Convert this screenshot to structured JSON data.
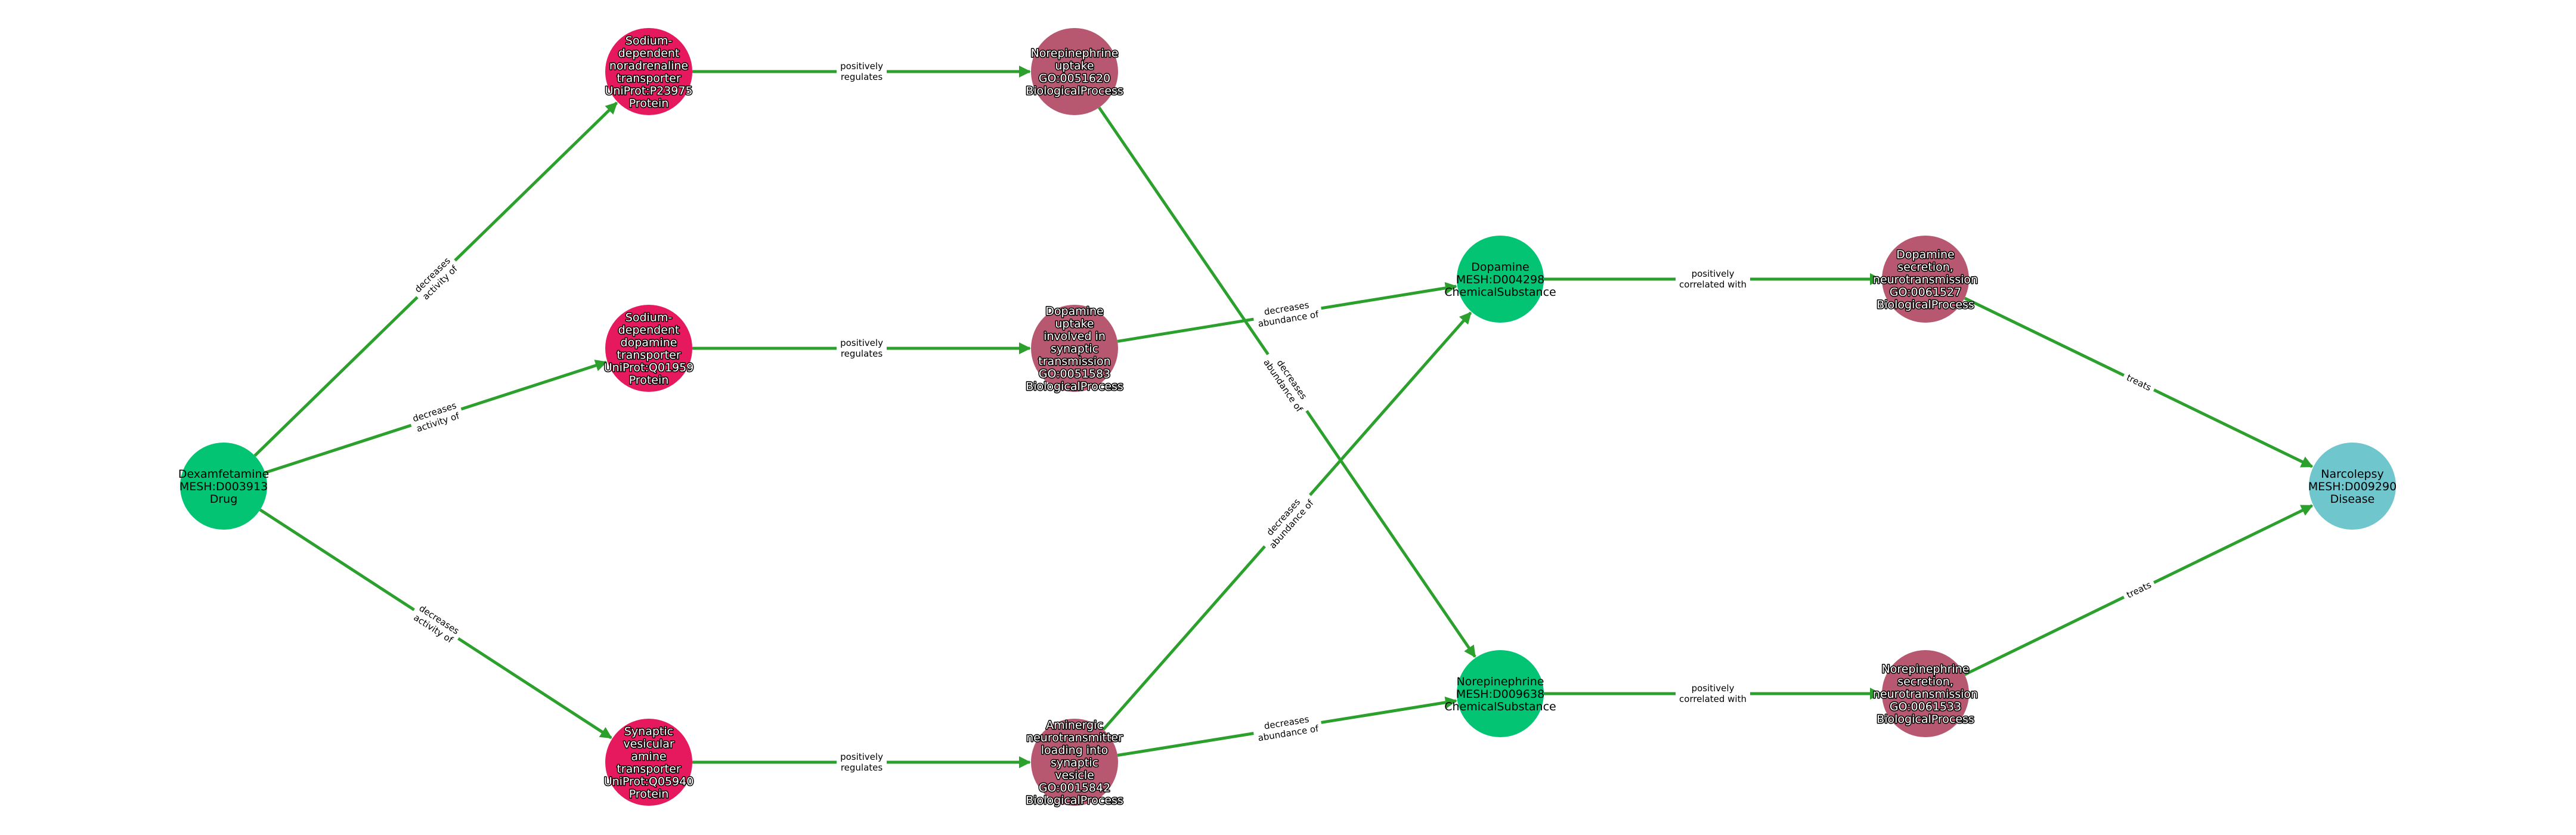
{
  "colors": {
    "edge": "#2ca02c",
    "Drug": "#02c473",
    "ChemicalSubstance": "#02c473",
    "Protein": "#e6195f",
    "BiologicalProcess": "#b85870",
    "Disease": "#6fc6cc"
  },
  "nodes": [
    {
      "type": "Drug",
      "lines": [
        "Dexamfetamine",
        "MESH:D003913",
        "Drug"
      ]
    },
    {
      "type": "Protein",
      "lines": [
        "Sodium-",
        "dependent",
        "noradrenaline",
        "transporter",
        "UniProt:P23975",
        "Protein"
      ]
    },
    {
      "type": "Protein",
      "lines": [
        "Sodium-",
        "dependent",
        "dopamine",
        "transporter",
        "UniProt:Q01959",
        "Protein"
      ]
    },
    {
      "type": "Protein",
      "lines": [
        "Synaptic",
        "vesicular",
        "amine",
        "transporter",
        "UniProt:Q05940",
        "Protein"
      ]
    },
    {
      "type": "BiologicalProcess",
      "lines": [
        "Norepinephrine",
        "uptake",
        "GO:0051620",
        "BiologicalProcess"
      ]
    },
    {
      "type": "BiologicalProcess",
      "lines": [
        "Dopamine",
        "uptake",
        "involved in",
        "synaptic",
        "transmission",
        "GO:0051583",
        "BiologicalProcess"
      ]
    },
    {
      "type": "BiologicalProcess",
      "lines": [
        "Aminergic",
        "neurotransmitter",
        "loading into",
        "synaptic",
        "vesicle",
        "GO:0015842",
        "BiologicalProcess"
      ]
    },
    {
      "type": "ChemicalSubstance",
      "lines": [
        "Dopamine",
        "MESH:D004298",
        "ChemicalSubstance"
      ]
    },
    {
      "type": "ChemicalSubstance",
      "lines": [
        "Norepinephrine",
        "MESH:D009638",
        "ChemicalSubstance"
      ]
    },
    {
      "type": "BiologicalProcess",
      "lines": [
        "Dopamine",
        "secretion,",
        "neurotransmission",
        "GO:0061527",
        "BiologicalProcess"
      ]
    },
    {
      "type": "BiologicalProcess",
      "lines": [
        "Norepinephrine",
        "secretion,",
        "neurotransmission",
        "GO:0061533",
        "BiologicalProcess"
      ]
    },
    {
      "type": "Disease",
      "lines": [
        "Narcolepsy",
        "MESH:D009290",
        "Disease"
      ]
    }
  ],
  "edges": [
    {
      "source": 0,
      "target": 1,
      "lines": [
        "decreases",
        "activity of"
      ]
    },
    {
      "source": 0,
      "target": 2,
      "lines": [
        "decreases",
        "activity of"
      ]
    },
    {
      "source": 0,
      "target": 3,
      "lines": [
        "decreases",
        "activity of"
      ]
    },
    {
      "source": 1,
      "target": 4,
      "lines": [
        "positively",
        "regulates"
      ]
    },
    {
      "source": 2,
      "target": 5,
      "lines": [
        "positively",
        "regulates"
      ]
    },
    {
      "source": 3,
      "target": 6,
      "lines": [
        "positively",
        "regulates"
      ]
    },
    {
      "source": 4,
      "target": 8,
      "lines": [
        "decreases",
        "abundance of"
      ]
    },
    {
      "source": 5,
      "target": 7,
      "lines": [
        "decreases",
        "abundance of"
      ]
    },
    {
      "source": 6,
      "target": 7,
      "lines": [
        "decreases",
        "abundance of"
      ]
    },
    {
      "source": 6,
      "target": 8,
      "lines": [
        "decreases",
        "abundance of"
      ]
    },
    {
      "source": 7,
      "target": 9,
      "lines": [
        "positively",
        "correlated with"
      ]
    },
    {
      "source": 8,
      "target": 10,
      "lines": [
        "positively",
        "correlated with"
      ]
    },
    {
      "source": 9,
      "target": 11,
      "lines": [
        "treats"
      ]
    },
    {
      "source": 10,
      "target": 11,
      "lines": [
        "treats"
      ]
    }
  ]
}
